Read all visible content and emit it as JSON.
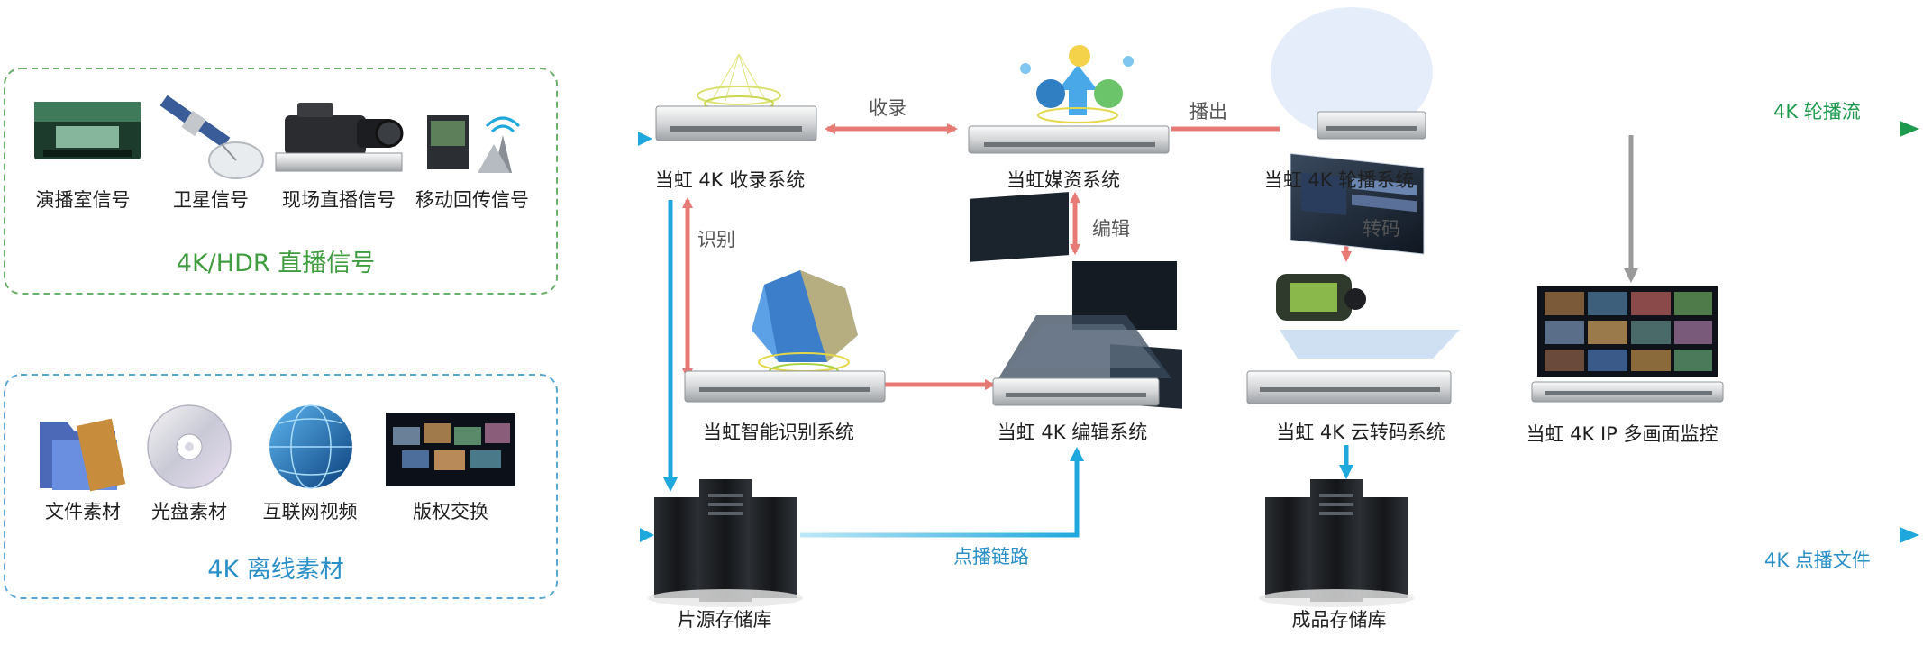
{
  "groups": {
    "live": {
      "title": "4K/HDR 直播信号",
      "items": [
        "演播室信号",
        "卫星信号",
        "现场直播信号",
        "移动回传信号"
      ],
      "color": "#3f9d3f"
    },
    "offline": {
      "title": "4K 离线素材",
      "items": [
        "文件素材",
        "光盘素材",
        "互联网视频",
        "版权交换"
      ],
      "color": "#2a8fc7"
    }
  },
  "nodes": {
    "ingest": "当虹 4K 收录系统",
    "mam": "当虹媒资系统",
    "playout": "当虹 4K 轮播系统",
    "ai": "当虹智能识别系统",
    "edit": "当虹 4K 编辑系统",
    "transcode": "当虹 4K 云转码系统",
    "monitor": "当虹 4K IP 多画面监控",
    "source_storage": "片源存储库",
    "product_storage": "成品存储库"
  },
  "edges": {
    "record": "收录",
    "broadcast": "播出",
    "identify": "识别",
    "edit": "编辑",
    "transcode": "转码",
    "vod_link": "点播链路"
  },
  "outputs": {
    "stream": "4K 轮播流",
    "vod_file": "4K 点播文件"
  },
  "colors": {
    "blue_arrow": "#1fa8dc",
    "red_arrow": "#e87a76",
    "green_arrow": "#1e9a4e",
    "gray_arrow": "#9a9a9a"
  }
}
